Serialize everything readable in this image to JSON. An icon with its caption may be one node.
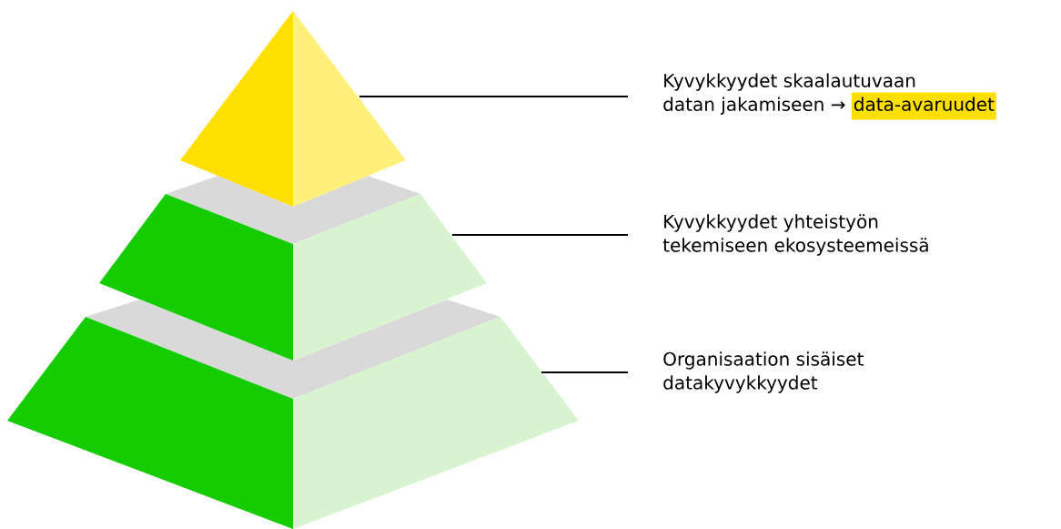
{
  "diagram": {
    "nodes": [
      {
        "text": [
          "Kyvykkyydet skaalautuvaan datan jakamiseen →",
          "data-avaruudet"
        ]
      },
      {
        "text": [
          "Kyvykkyydet yhteistyön tekemiseen ekosysteemeissä"
        ]
      },
      {
        "text": [
          "Organisaation sisäiset datakyvykkyydet"
        ]
      },
      {
        "text": [],
        "shape": "triangle"
      },
      {
        "text": [],
        "shape": "trapezoid"
      },
      {
        "text": [],
        "shape": "trapezoid"
      }
    ],
    "edges": [
      {
        "from": 0,
        "to": 3,
        "arrow": "none"
      },
      {
        "from": 1,
        "to": 4,
        "arrow": "none"
      },
      {
        "from": 2,
        "to": 5,
        "arrow": "none"
      }
    ]
  }
}
